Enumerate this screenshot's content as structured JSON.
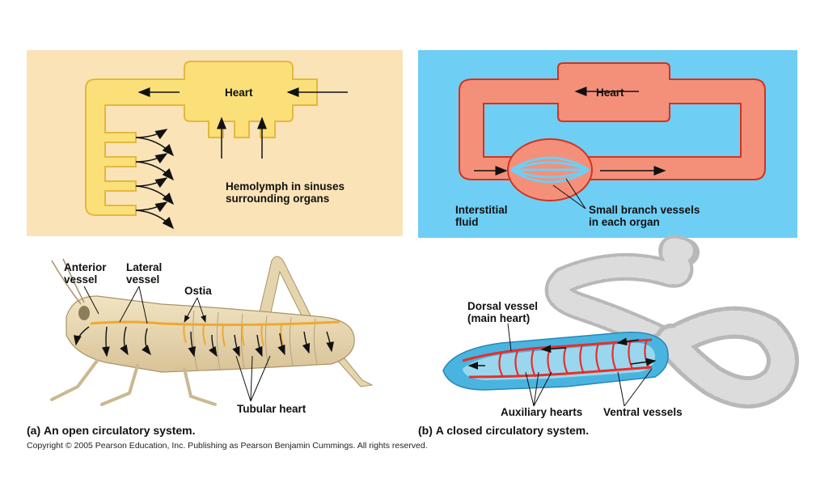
{
  "open_diagram": {
    "heart_label": "Heart",
    "hemolymph_label_line1": "Hemolymph in sinuses",
    "hemolymph_label_line2": "surrounding organs",
    "background_color": "#fbe3b8",
    "vessel_color": "#fbe07a"
  },
  "closed_diagram": {
    "heart_label": "Heart",
    "interstitial_line1": "Interstitial",
    "interstitial_line2": "fluid",
    "branch_line1": "Small branch vessels",
    "branch_line2": "in each organ",
    "background_color": "#6fcef4",
    "vessel_color": "#f4907a"
  },
  "grasshopper": {
    "anterior_line1": "Anterior",
    "anterior_line2": "vessel",
    "lateral_line1": "Lateral",
    "lateral_line2": "vessel",
    "ostia": "Ostia",
    "tubular_heart": "Tubular heart"
  },
  "earthworm": {
    "dorsal_line1": "Dorsal vessel",
    "dorsal_line2": "(main heart)",
    "auxiliary": "Auxiliary hearts",
    "ventral": "Ventral vessels"
  },
  "captions": {
    "a_letter": "(a)",
    "a_text": "An open circulatory system.",
    "b_letter": "(b)",
    "b_text": "A closed circulatory system."
  },
  "copyright": "Copyright ©  2005 Pearson Education, Inc. Publishing as Pearson Benjamin Cummings. All rights reserved."
}
